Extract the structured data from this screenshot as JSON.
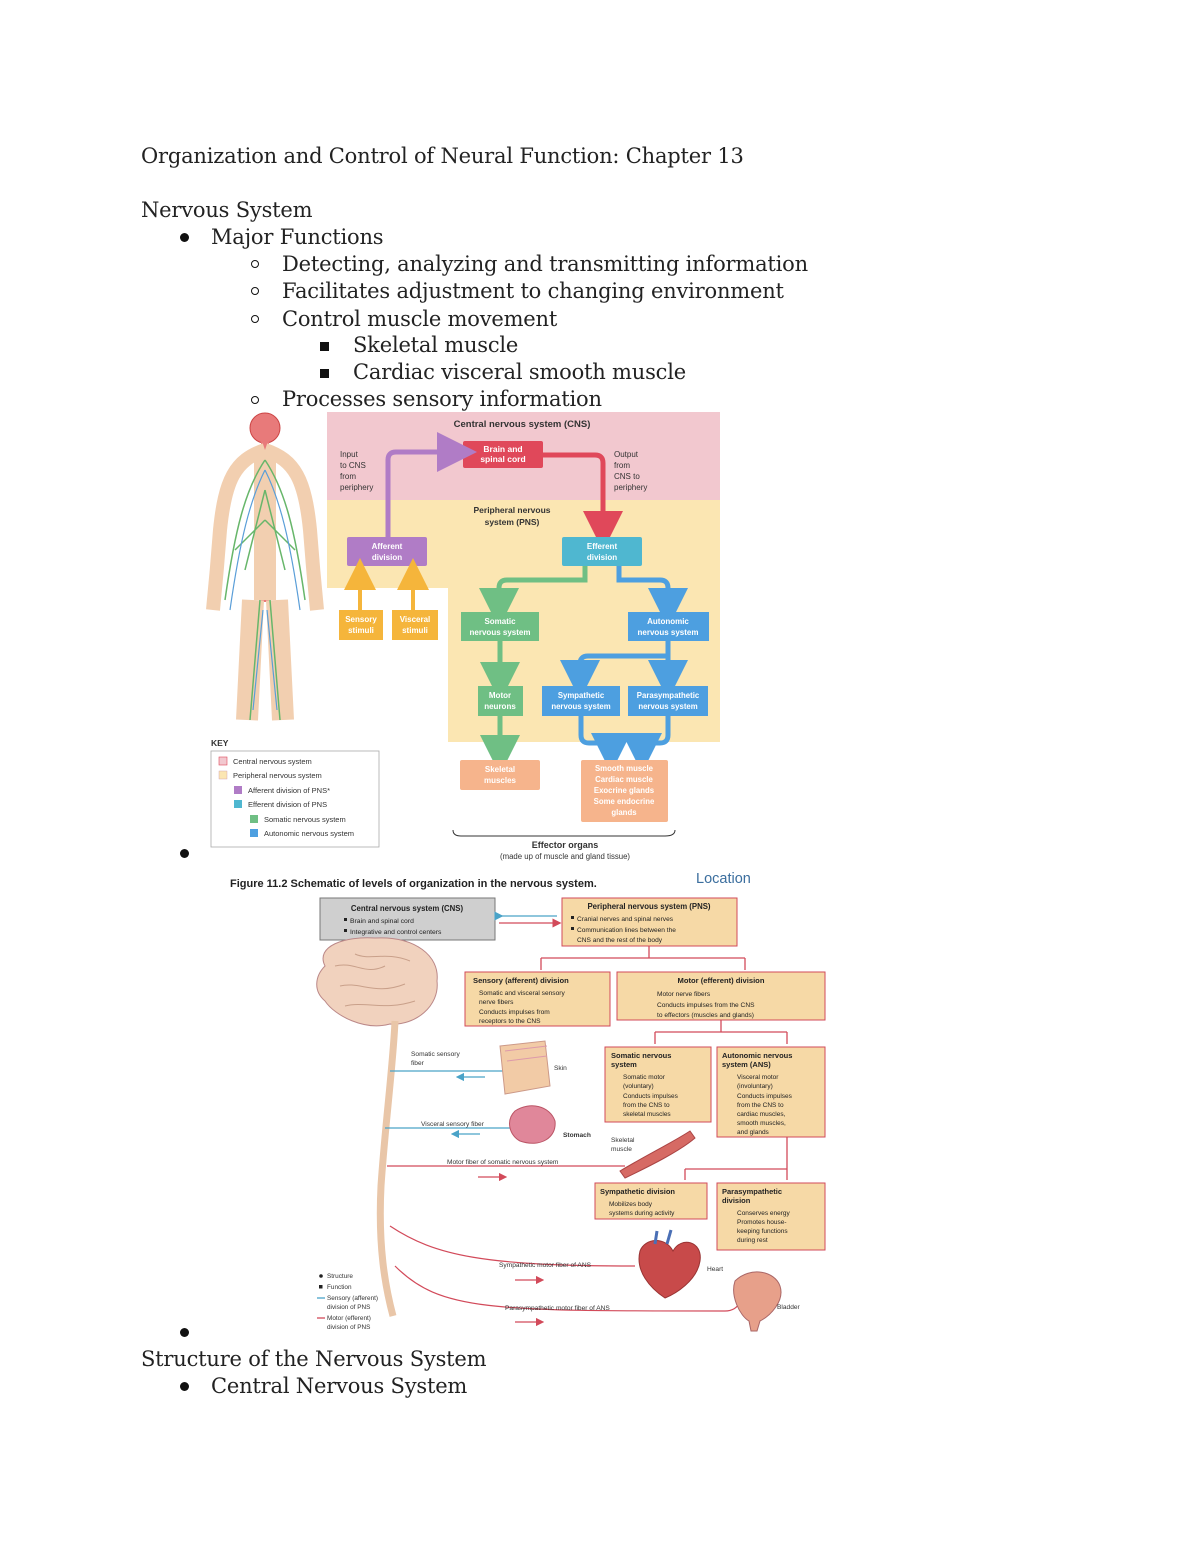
{
  "doc": {
    "title": "Organization and Control of Neural Function: Chapter 13",
    "section1": "Nervous System",
    "major_functions": "Major Functions",
    "func1": "Detecting, analyzing and transmitting information",
    "func2": "Facilitates adjustment to changing environment",
    "func3": "Control muscle movement",
    "muscle1": "Skeletal muscle",
    "muscle2": "Cardiac visceral smooth muscle",
    "func4": "Processes sensory information",
    "section2": "Structure of the Nervous System",
    "cns_item": "Central Nervous System"
  },
  "fig1": {
    "cns_title": "Central nervous system (CNS)",
    "brain": [
      "Brain and",
      "spinal cord"
    ],
    "input": [
      "Input",
      "to CNS",
      "from",
      "periphery"
    ],
    "output": [
      "Output",
      "from",
      "CNS to",
      "periphery"
    ],
    "pns": [
      "Peripheral nervous",
      "system (PNS)"
    ],
    "afferent": [
      "Afferent",
      "division"
    ],
    "efferent": [
      "Efferent",
      "division"
    ],
    "sensory": [
      "Sensory",
      "stimuli"
    ],
    "visceral": [
      "Visceral",
      "stimuli"
    ],
    "somatic": [
      "Somatic",
      "nervous system"
    ],
    "autonomic": [
      "Autonomic",
      "nervous system"
    ],
    "motor": [
      "Motor",
      "neurons"
    ],
    "sympathetic": [
      "Sympathetic",
      "nervous system"
    ],
    "parasympathetic": [
      "Parasympathetic",
      "nervous system"
    ],
    "skeletal": [
      "Skeletal",
      "muscles"
    ],
    "smooth": [
      "Smooth muscle",
      "Cardiac muscle",
      "Exocrine glands",
      "Some endocrine",
      "glands"
    ],
    "effector": "Effector organs",
    "effector_sub": "(made up of muscle and gland tissue)",
    "key_title": "KEY",
    "key": [
      "Central nervous system",
      "Peripheral nervous system",
      "Afferent division of PNS*",
      "Efferent division of PNS",
      "Somatic nervous system",
      "Autonomic nervous system"
    ]
  },
  "fig2": {
    "caption": "Figure 11.2  Schematic of levels of organization in the nervous system.",
    "location": "Location",
    "cns_box": [
      "Central nervous system (CNS)",
      "Brain and spinal cord",
      "Integrative and control centers"
    ],
    "pns_box": [
      "Peripheral nervous system (PNS)",
      "Cranial nerves and spinal nerves",
      "Communication lines between the",
      "CNS and the rest of the body"
    ],
    "sensory_box": [
      "Sensory (afferent) division",
      "Somatic and visceral sensory",
      "nerve fibers",
      "Conducts impulses from",
      "receptors to the CNS"
    ],
    "motor_box": [
      "Motor (efferent) division",
      "Motor nerve fibers",
      "Conducts impulses from the CNS",
      "to effectors (muscles and glands)"
    ],
    "somatic_box": [
      "Somatic nervous",
      "system",
      "Somatic motor",
      "(voluntary)",
      "Conducts impulses",
      "from the CNS to",
      "skeletal muscles"
    ],
    "ans_box": [
      "Autonomic nervous",
      "system (ANS)",
      "Visceral motor",
      "(involuntary)",
      "Conducts impulses",
      "from the CNS to",
      "cardiac muscles,",
      "smooth muscles,",
      "and glands"
    ],
    "symp_box": [
      "Sympathetic division",
      "Mobilizes body",
      "systems during activity"
    ],
    "para_box": [
      "Parasympathetic",
      "division",
      "Conserves energy",
      "Promotes house-",
      "keeping functions",
      "during rest"
    ],
    "labels": {
      "somatic_fiber": [
        "Somatic sensory",
        "fiber"
      ],
      "skin": "Skin",
      "visceral_fiber": "Visceral sensory fiber",
      "stomach": "Stomach",
      "skeletal_muscle": [
        "Skeletal",
        "muscle"
      ],
      "motor_fiber": "Motor fiber of somatic nervous system",
      "symp_fiber": "Sympathetic motor fiber of ANS",
      "heart": "Heart",
      "para_fiber": "Parasympathetic motor fiber of ANS",
      "bladder": "Bladder"
    },
    "legend": [
      "Structure",
      "Function",
      "Sensory (afferent)",
      "division of PNS",
      "Motor (efferent)",
      "division of PNS"
    ]
  },
  "colors": {
    "cns_pink": "#f2c8cf",
    "pns_yellow": "#fbe6b2",
    "red": "#e0485a",
    "purple": "#b07cc6",
    "green": "#6fbf84",
    "teal": "#4fb7d0",
    "blue": "#4d9fe0",
    "orange": "#f5b53b",
    "salmon": "#f6b48c",
    "box_orange": "#f6d9a6",
    "box_border": "#d24a5a"
  }
}
